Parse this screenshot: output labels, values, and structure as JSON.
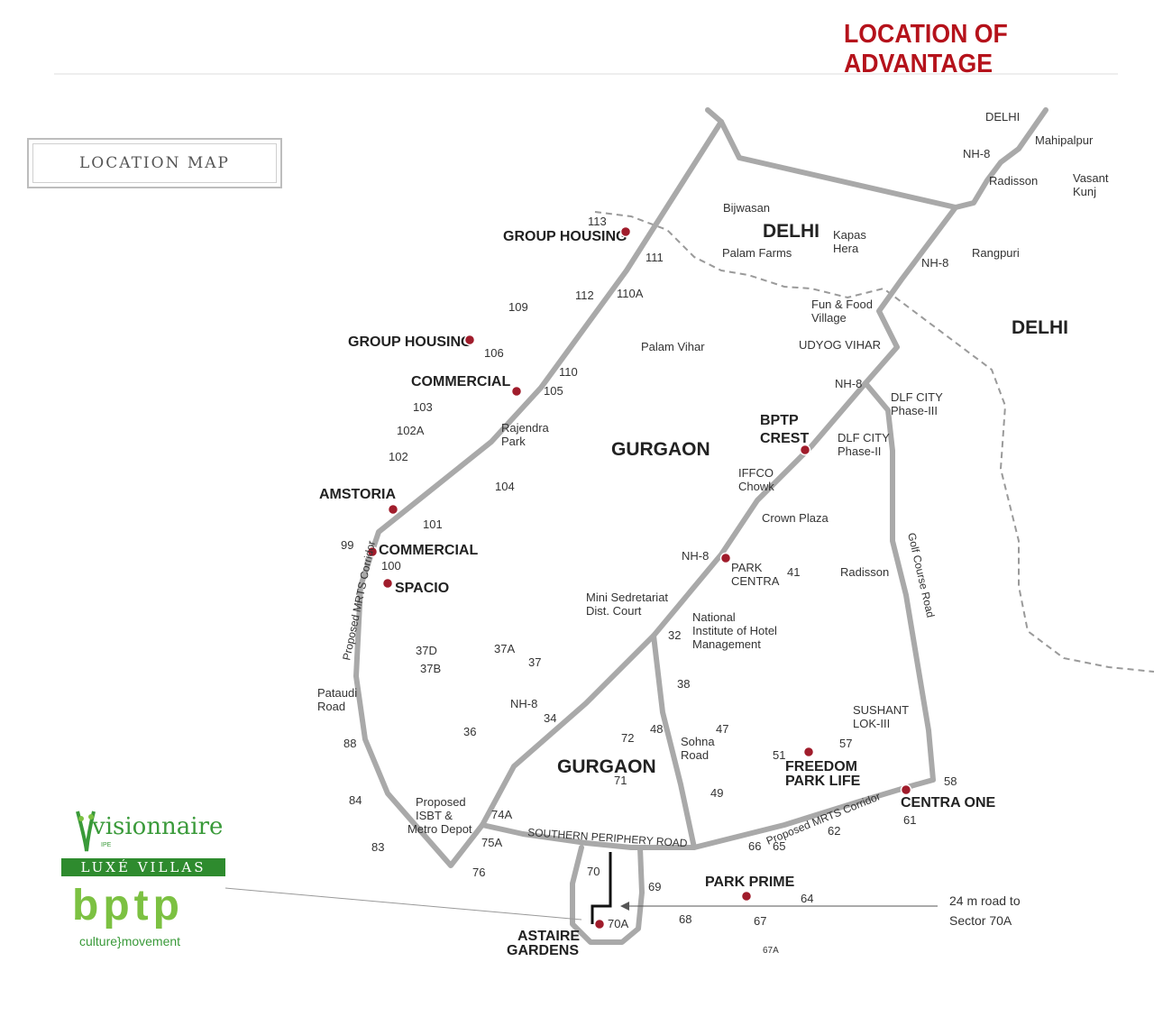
{
  "header": {
    "title": "LOCATION OF ADVANTAGE"
  },
  "legend": {
    "label": "LOCATION MAP"
  },
  "brand": {
    "name": "visionnaire",
    "sub": "IPE",
    "tagline_bar": "LUXÉ VILLAS",
    "logo_text": "bptp",
    "culture": "culture}movement"
  },
  "regions": [
    "DELHI",
    "DELHI",
    "GURGAON",
    "GURGAON"
  ],
  "projects": {
    "group_housing_1": "GROUP HOUSING",
    "group_housing_2": "GROUP HOUSING",
    "commercial_1": "COMMERCIAL",
    "commercial_2": "COMMERCIAL",
    "amstoria": "AMSTORIA",
    "spacio": "SPACIO",
    "bptp_crest_1": "BPTP",
    "bptp_crest_2": "CREST",
    "park_centra_1": "PARK",
    "park_centra_2": "CENTRA",
    "freedom_1": "FREEDOM",
    "freedom_2": "PARK LIFE",
    "centra_one": "CENTRA ONE",
    "park_prime": "PARK PRIME",
    "astaire_1": "ASTAIRE",
    "astaire_2": "GARDENS"
  },
  "places": {
    "delhi_small": "DELHI",
    "mahipalpur": "Mahipalpur",
    "nh8_top": "NH-8",
    "radisson_top": "Radisson",
    "vasant_1": "Vasant",
    "vasant_2": "Kunj",
    "bijwasan": "Bijwasan",
    "kapas_1": "Kapas",
    "kapas_2": "Hera",
    "palam_farms": "Palam Farms",
    "rangpuri": "Rangpuri",
    "nh8_2": "NH-8",
    "fun_1": "Fun & Food",
    "fun_2": "Village",
    "udyog": "UDYOG VIHAR",
    "palam_vihar": "Palam Vihar",
    "nh8_3": "NH-8",
    "dlf3_1": "DLF CITY",
    "dlf3_2": "Phase-III",
    "dlf2_1": "DLF CITY",
    "dlf2_2": "Phase-II",
    "rajendra_1": "Rajendra",
    "rajendra_2": "Park",
    "iffco_1": "IFFCO",
    "iffco_2": "Chowk",
    "crown": "Crown Plaza",
    "nh8_4": "NH-8",
    "radisson_mid": "Radisson",
    "mini_1": "Mini Sedretariat",
    "mini_2": "Dist. Court",
    "nihm_1": "National",
    "nihm_2": "Institute of Hotel",
    "nihm_3": "Management",
    "pataudi_1": "Pataudi",
    "pataudi_2": "Road",
    "nh8_5": "NH-8",
    "sohna_1": "Sohna",
    "sohna_2": "Road",
    "sushant_1": "SUSHANT",
    "sushant_2": "LOK-III",
    "isbt_1": "Proposed",
    "isbt_2": "ISBT &",
    "isbt_3": "Metro Depot",
    "spr": "SOUTHERN PERIPHERY ROAD",
    "mrts_left": "Proposed MRTS Corridor",
    "mrts_right": "Proposed MRTS Corridor",
    "golf": "Golf Course Road",
    "road24_1": "24 m road to",
    "road24_2": "Sector 70A"
  },
  "sectors": [
    "113",
    "111",
    "112",
    "110A",
    "109",
    "106",
    "110",
    "105",
    "103",
    "102A",
    "102",
    "104",
    "101",
    "99",
    "100",
    "37D",
    "37B",
    "37A",
    "37",
    "36",
    "34",
    "72",
    "48",
    "47",
    "38",
    "32",
    "41",
    "51",
    "57",
    "58",
    "61",
    "62",
    "65",
    "66",
    "49",
    "71",
    "88",
    "84",
    "83",
    "76",
    "75A",
    "74A",
    "70",
    "69",
    "68",
    "67",
    "67A",
    "64",
    "70A"
  ],
  "colors": {
    "accent": "#b5121b",
    "marker": "#a01c2b",
    "road": "#a9a9a9",
    "brand_green": "#2e8b2e"
  }
}
